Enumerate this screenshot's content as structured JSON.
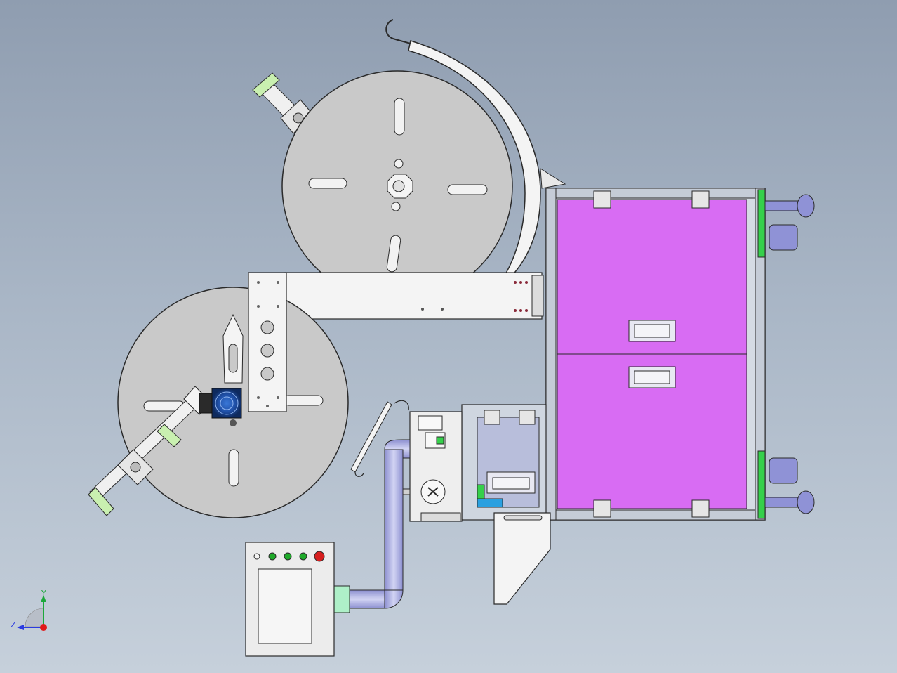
{
  "viewport": {
    "background_top": "#8f9db0",
    "background_bottom": "#c6d0db"
  },
  "colors": {
    "reel": "#c9c9c9",
    "plate": "#f2f2f2",
    "frame": "#cfd6e0",
    "cabinet_panel": "#d86cf3",
    "caster": "#8f92d6",
    "foot_green": "#35d04b",
    "stroke": "#2a2a2a",
    "lamp_green": "#1faa2a",
    "lamp_red": "#d61f1f",
    "motor_blue": "#1f4fa6",
    "pipe": "#b6b8e6",
    "coupler": "#aef0c8"
  },
  "triad": {
    "y_label": "Y",
    "z_label": "Z",
    "x_color": "#2b3be0",
    "y_color": "#1ba83a",
    "origin_color": "#e01919"
  },
  "components": {
    "upper_reel": "upper-reel",
    "lower_reel": "lower-reel",
    "control_box": "control-box",
    "cabinet": "cabinet",
    "labeler_head": "labeler-head",
    "guide_arc": "guide-arc"
  }
}
